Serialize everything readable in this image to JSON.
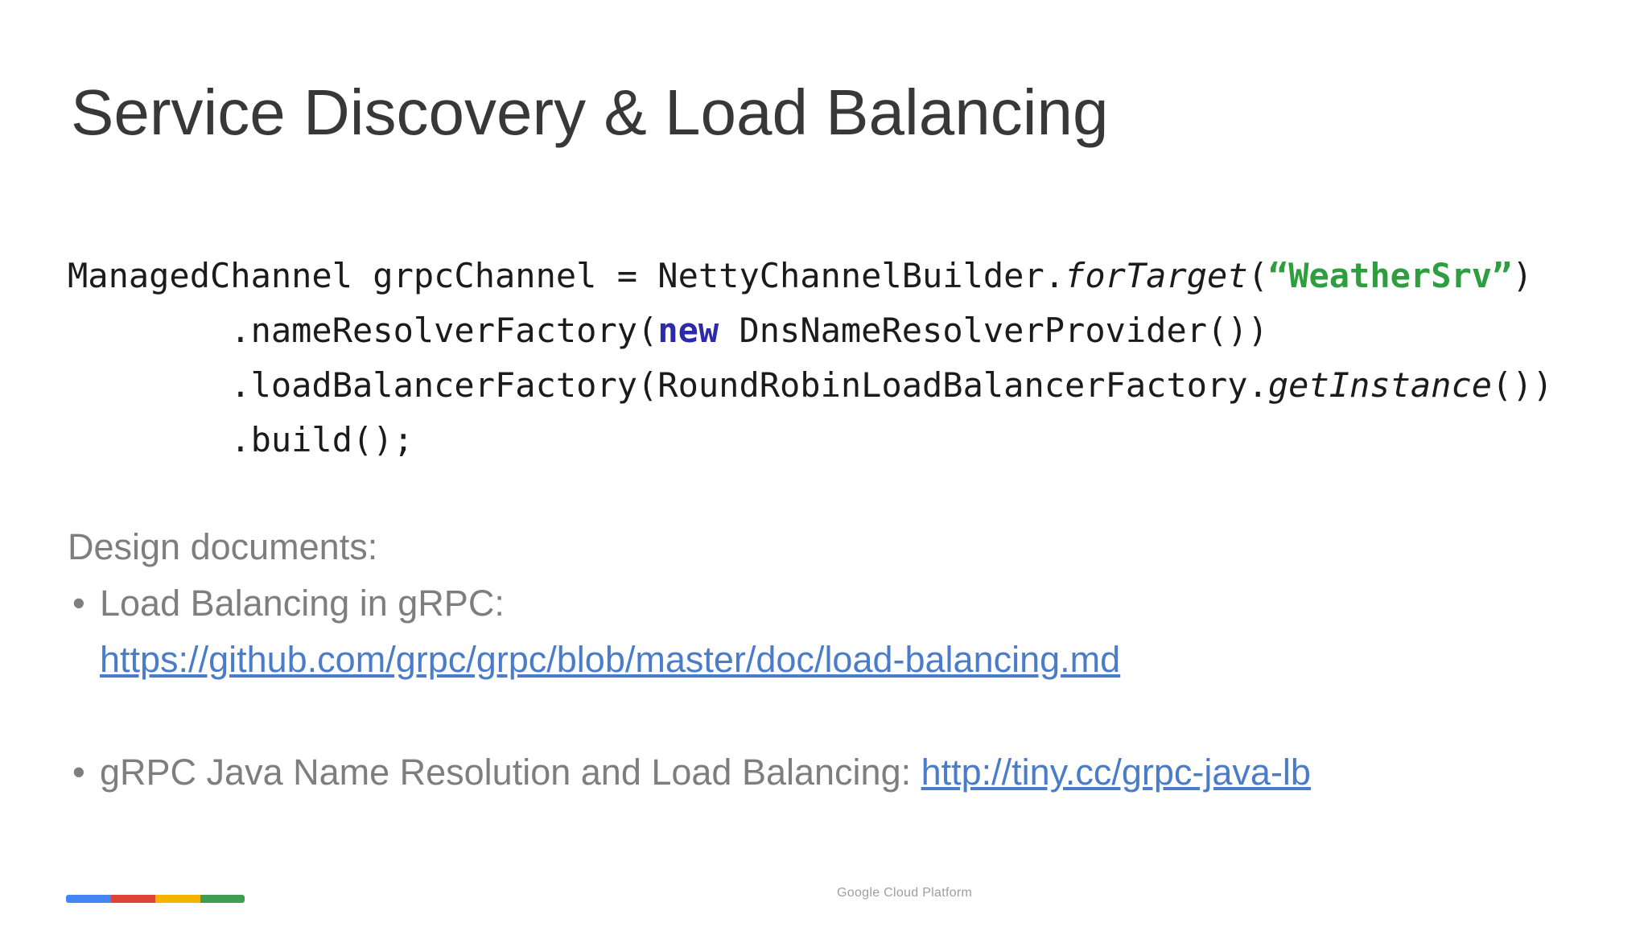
{
  "slide": {
    "title": "Service Discovery & Load Balancing"
  },
  "code": {
    "l1_a": "ManagedChannel grpcChannel = NettyChannelBuilder.",
    "l1_b": "forTarget",
    "l1_c": "(",
    "l1_d": "“WeatherSrv”",
    "l1_e": ")",
    "l2_a": "        .nameResolverFactory(",
    "l2_b": "new",
    "l2_c": " DnsNameResolverProvider())",
    "l3_a": "        .loadBalancerFactory(RoundRobinLoadBalancerFactory.",
    "l3_b": "getInstance",
    "l3_c": "())",
    "l4_a": "        .build();"
  },
  "body": {
    "design_documents_label": "Design documents:",
    "bullet_char": "•",
    "bullet1_text": "Load Balancing in gRPC:",
    "bullet1_link": "https://github.com/grpc/grpc/blob/master/doc/load-balancing.md",
    "bullet2_text": "gRPC Java Name Resolution and Load Balancing: ",
    "bullet2_link": "http://tiny.cc/grpc-java-lb"
  },
  "footer": {
    "brand_text": "Google Cloud Platform",
    "bar_colors": [
      "#4285f4",
      "#db4437",
      "#f4b400",
      "#3d9e52"
    ]
  },
  "colors": {
    "title_text": "#383838",
    "code_text": "#1b1b1b",
    "keyword_blue": "#2b2ba8",
    "string_green": "#2e9e3f",
    "body_gray": "#7e7e7e",
    "link_blue": "#4a7cc9",
    "footer_gray": "#9e9e9e"
  }
}
